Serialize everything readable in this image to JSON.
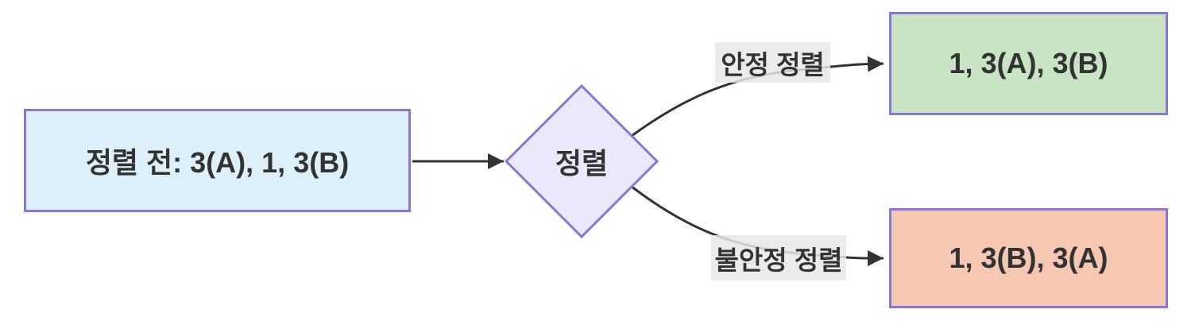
{
  "diagram": {
    "type": "flowchart",
    "description": "Sorting stability flow diagram (Korean)",
    "nodes": {
      "before": {
        "label": "정렬 전: 3(A), 1, 3(B)",
        "shape": "rectangle",
        "fill": "#def0fa"
      },
      "sort": {
        "label": "정렬",
        "shape": "diamond",
        "fill": "#e9e9fb"
      },
      "stable_result": {
        "label": "1, 3(A), 3(B)",
        "shape": "rectangle",
        "fill": "#c8e4c5"
      },
      "unstable_result": {
        "label": "1, 3(B), 3(A)",
        "shape": "rectangle",
        "fill": "#f6c8b2"
      }
    },
    "edges": {
      "before_to_sort": {
        "label": "",
        "from": "before",
        "to": "sort"
      },
      "stable": {
        "label": "안정 정렬",
        "from": "sort",
        "to": "stable_result"
      },
      "unstable": {
        "label": "불안정 정렬",
        "from": "sort",
        "to": "unstable_result"
      }
    },
    "colors": {
      "node_border": "#8a76d8",
      "edge_line": "#333333",
      "text": "#333333",
      "edge_label_bg": "#e8e8e8",
      "before_fill": "#def0fa",
      "sort_fill": "#e9e9fb",
      "stable_fill": "#c8e4c5",
      "unstable_fill": "#f6c8b2"
    }
  }
}
